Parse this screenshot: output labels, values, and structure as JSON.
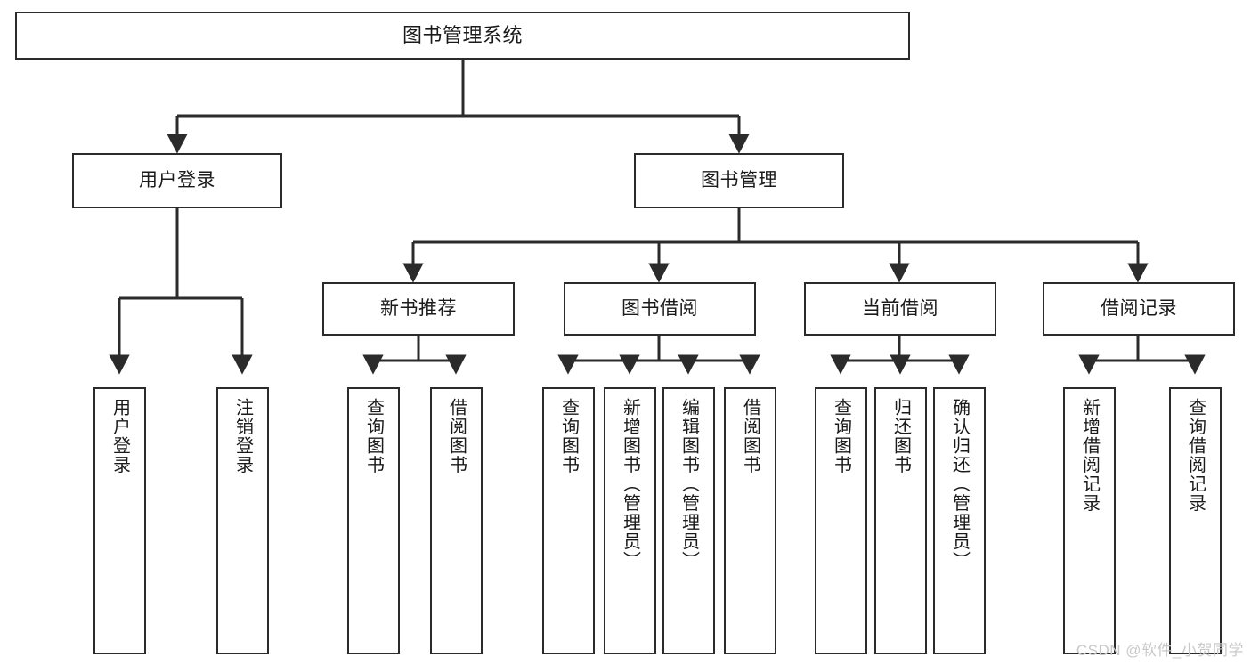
{
  "diagram": {
    "title": "图书管理系统",
    "type": "tree-hierarchy-chart",
    "line_color": "#2b2b2b",
    "box_fill": "#ffffff",
    "text_color": "#1a1a1a",
    "watermark": "CSDN @软件_小贺同学",
    "nodes": {
      "root": {
        "label": "图书管理系统"
      },
      "level2": [
        {
          "id": "user-login",
          "label": "用户登录"
        },
        {
          "id": "book-manage",
          "label": "图书管理"
        }
      ],
      "level3": [
        {
          "id": "new-book-recommend",
          "label": "新书推荐"
        },
        {
          "id": "book-borrow",
          "label": "图书借阅"
        },
        {
          "id": "current-borrow",
          "label": "当前借阅"
        },
        {
          "id": "borrow-record",
          "label": "借阅记录"
        }
      ],
      "leaves": {
        "user-login": [
          {
            "id": "leaf-user-login",
            "label": "用户登录"
          },
          {
            "id": "leaf-logout-login",
            "label": "注销登录"
          }
        ],
        "new-book-recommend": [
          {
            "id": "leaf-query-book-1",
            "label": "查询图书"
          },
          {
            "id": "leaf-borrow-book-1",
            "label": "借阅图书"
          }
        ],
        "book-borrow": [
          {
            "id": "leaf-query-book-2",
            "label": "查询图书"
          },
          {
            "id": "leaf-add-book",
            "label": "新增图书（管理员）"
          },
          {
            "id": "leaf-edit-book",
            "label": "编辑图书（管理员）"
          },
          {
            "id": "leaf-borrow-book-2",
            "label": "借阅图书"
          }
        ],
        "current-borrow": [
          {
            "id": "leaf-query-book-3",
            "label": "查询图书"
          },
          {
            "id": "leaf-return-book",
            "label": "归还图书"
          },
          {
            "id": "leaf-confirm-return",
            "label": "确认归还（管理员）"
          }
        ],
        "borrow-record": [
          {
            "id": "leaf-add-record",
            "label": "新增借阅记录"
          },
          {
            "id": "leaf-query-record",
            "label": "查询借阅记录"
          }
        ]
      }
    }
  }
}
